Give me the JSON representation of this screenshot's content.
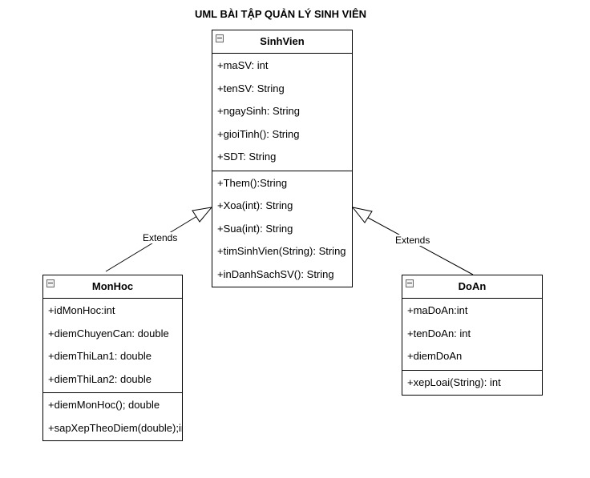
{
  "title": "UML BÀI TẬP QUẢN LÝ SINH VIÊN",
  "classes": {
    "sinhvien": {
      "name": "SinhVien",
      "attributes": [
        "+maSV: int",
        "+tenSV: String",
        "+ngaySinh: String",
        "+gioiTinh(): String",
        "+SDT: String"
      ],
      "methods": [
        "+Them():String",
        "+Xoa(int): String",
        "+Sua(int): String",
        "+timSinhVien(String): String",
        "+inDanhSachSV(): String"
      ]
    },
    "monhoc": {
      "name": "MonHoc",
      "attributes": [
        "+idMonHoc:int",
        "+diemChuyenCan: double",
        "+diemThiLan1: double",
        "+diemThiLan2: double"
      ],
      "methods": [
        "+diemMonHoc(); double",
        "+sapXepTheoDiem(double);int"
      ]
    },
    "doan": {
      "name": "DoAn",
      "attributes": [
        "+maDoAn:int",
        "+tenDoAn: int",
        "+diemDoAn"
      ],
      "methods": [
        "+xepLoai(String): int"
      ]
    }
  },
  "relations": {
    "monhoc_label": "Extends",
    "doan_label": "Extends"
  }
}
